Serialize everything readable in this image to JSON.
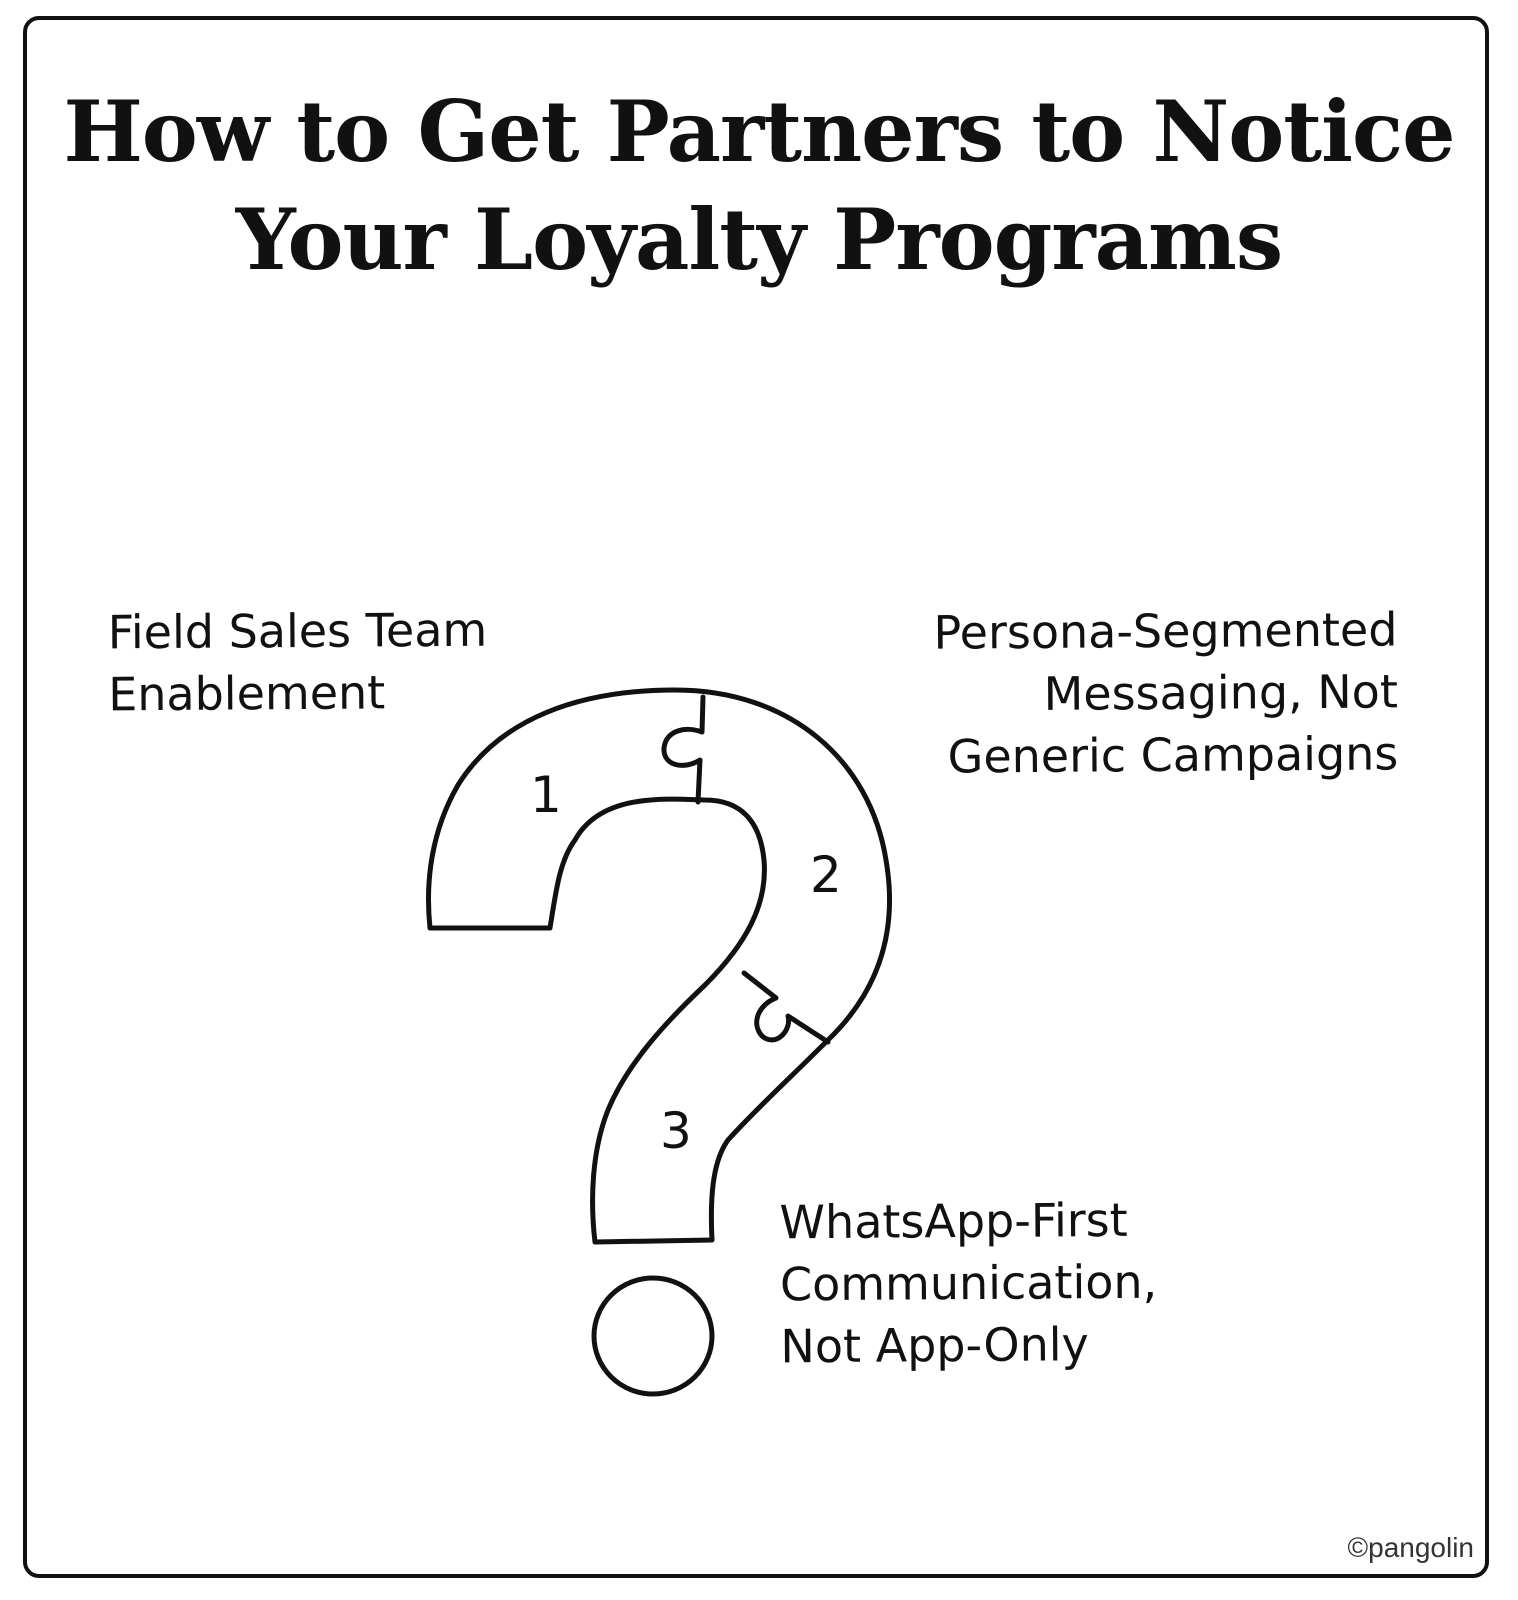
{
  "title": {
    "line1": "How to Get Partners to Notice",
    "line2": "Your Loyalty Programs"
  },
  "pieces": [
    {
      "number": "1",
      "label_lines": [
        "Field Sales Team",
        "Enablement"
      ]
    },
    {
      "number": "2",
      "label_lines": [
        "Persona-Segmented",
        "Messaging, Not",
        "Generic Campaigns"
      ]
    },
    {
      "number": "3",
      "label_lines": [
        "WhatsApp-First",
        "Communication,",
        "Not App-Only"
      ]
    }
  ],
  "copyright": "©pangolin",
  "colors": {
    "ink": "#111111",
    "background": "#ffffff"
  }
}
